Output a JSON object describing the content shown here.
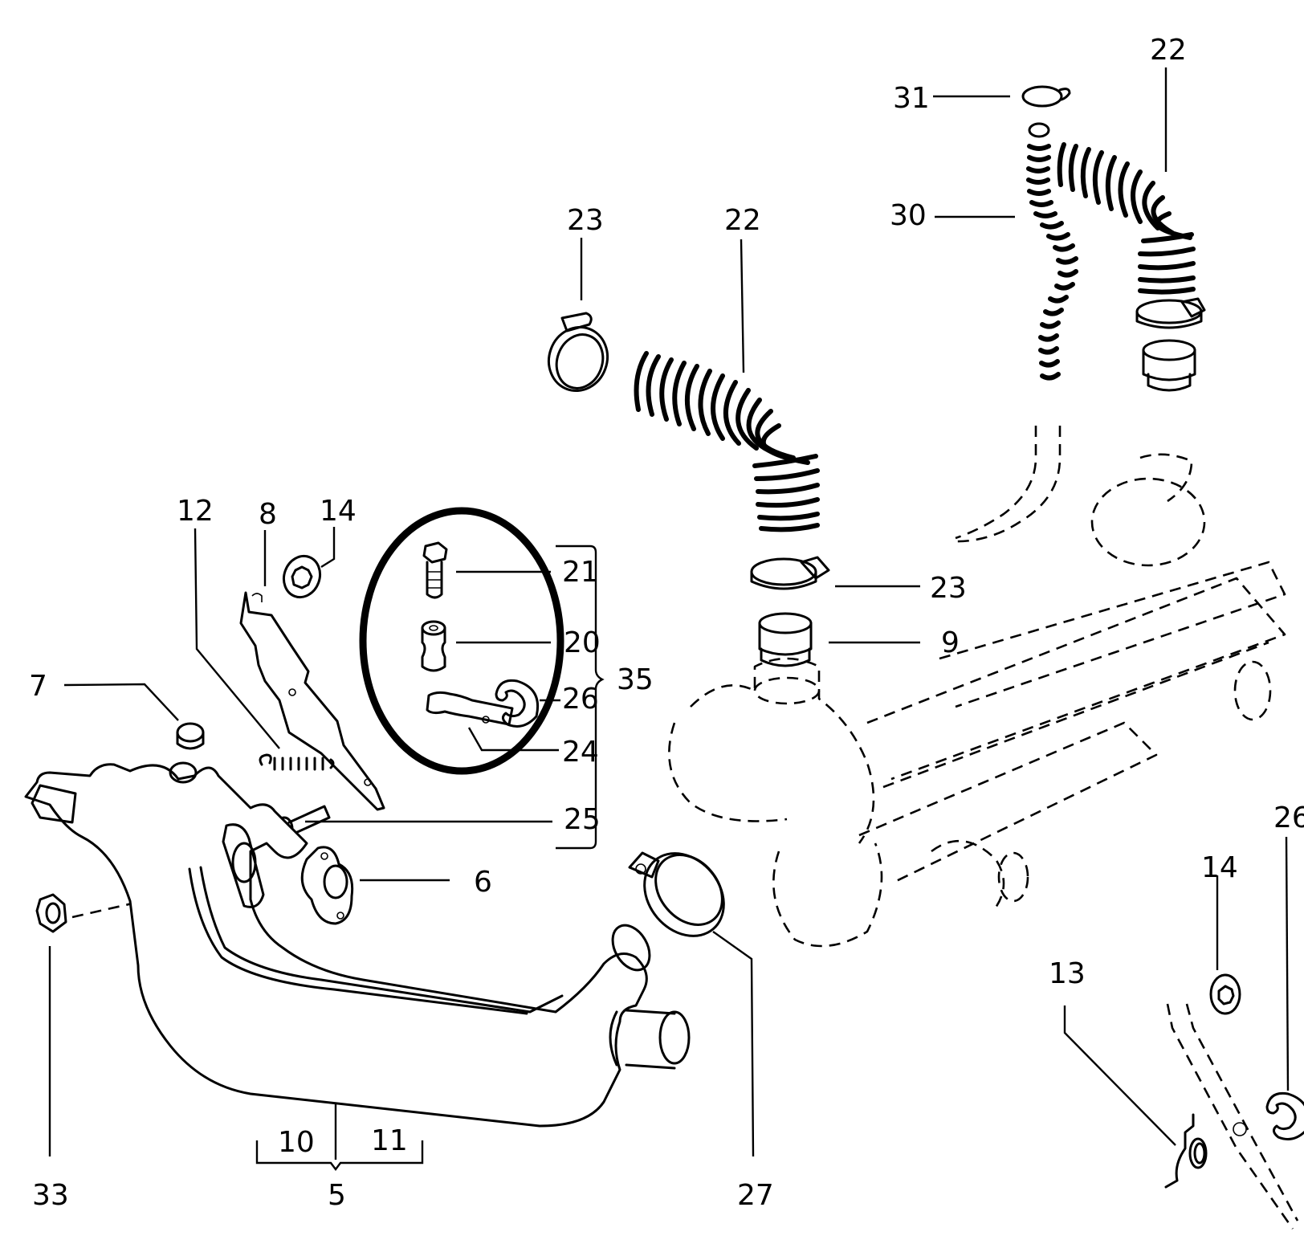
{
  "diagram": {
    "type": "exploded-parts-view",
    "subject": "Heater / exhaust heat exchanger assembly with flexible hoses and clamps",
    "line_color": "#000000",
    "background_color": "#ffffff",
    "highlight": {
      "shape": "ellipse",
      "encircled_items": [
        "21",
        "20",
        "26",
        "24"
      ]
    },
    "callouts": [
      {
        "id": "c22a",
        "label": "22",
        "part": "flexible hose (upper right)"
      },
      {
        "id": "c31",
        "label": "31",
        "part": "spring clip"
      },
      {
        "id": "c30",
        "label": "30",
        "part": "small flexible hose"
      },
      {
        "id": "c23a",
        "label": "23",
        "part": "hose clamp (upper)"
      },
      {
        "id": "c22b",
        "label": "22",
        "part": "flexible hose (center)"
      },
      {
        "id": "c12",
        "label": "12",
        "part": "spring"
      },
      {
        "id": "c8",
        "label": "8",
        "part": "lever / bracket"
      },
      {
        "id": "c14a",
        "label": "14",
        "part": "star lock washer"
      },
      {
        "id": "c21",
        "label": "21",
        "part": "bolt"
      },
      {
        "id": "c20",
        "label": "20",
        "part": "bushing"
      },
      {
        "id": "c26a",
        "label": "26",
        "part": "circlip"
      },
      {
        "id": "c24",
        "label": "24",
        "part": "flap lever"
      },
      {
        "id": "c25",
        "label": "25",
        "part": "pin"
      },
      {
        "id": "c35",
        "label": "35",
        "part": "repair kit (bracket group 21-25)"
      },
      {
        "id": "c23b",
        "label": "23",
        "part": "hose clamp"
      },
      {
        "id": "c9",
        "label": "9",
        "part": "connecting sleeve"
      },
      {
        "id": "c7",
        "label": "7",
        "part": "cap"
      },
      {
        "id": "c6",
        "label": "6",
        "part": "gasket"
      },
      {
        "id": "c33",
        "label": "33",
        "part": "nut"
      },
      {
        "id": "c10",
        "label": "10",
        "part": "heat exchanger left"
      },
      {
        "id": "c11",
        "label": "11",
        "part": "heat exchanger right"
      },
      {
        "id": "c5",
        "label": "5",
        "part": "heat exchanger assembly"
      },
      {
        "id": "c27",
        "label": "27",
        "part": "clamp"
      },
      {
        "id": "c13",
        "label": "13",
        "part": "return spring"
      },
      {
        "id": "c14b",
        "label": "14",
        "part": "star lock washer"
      },
      {
        "id": "c26b",
        "label": "26",
        "part": "circlip"
      }
    ]
  }
}
